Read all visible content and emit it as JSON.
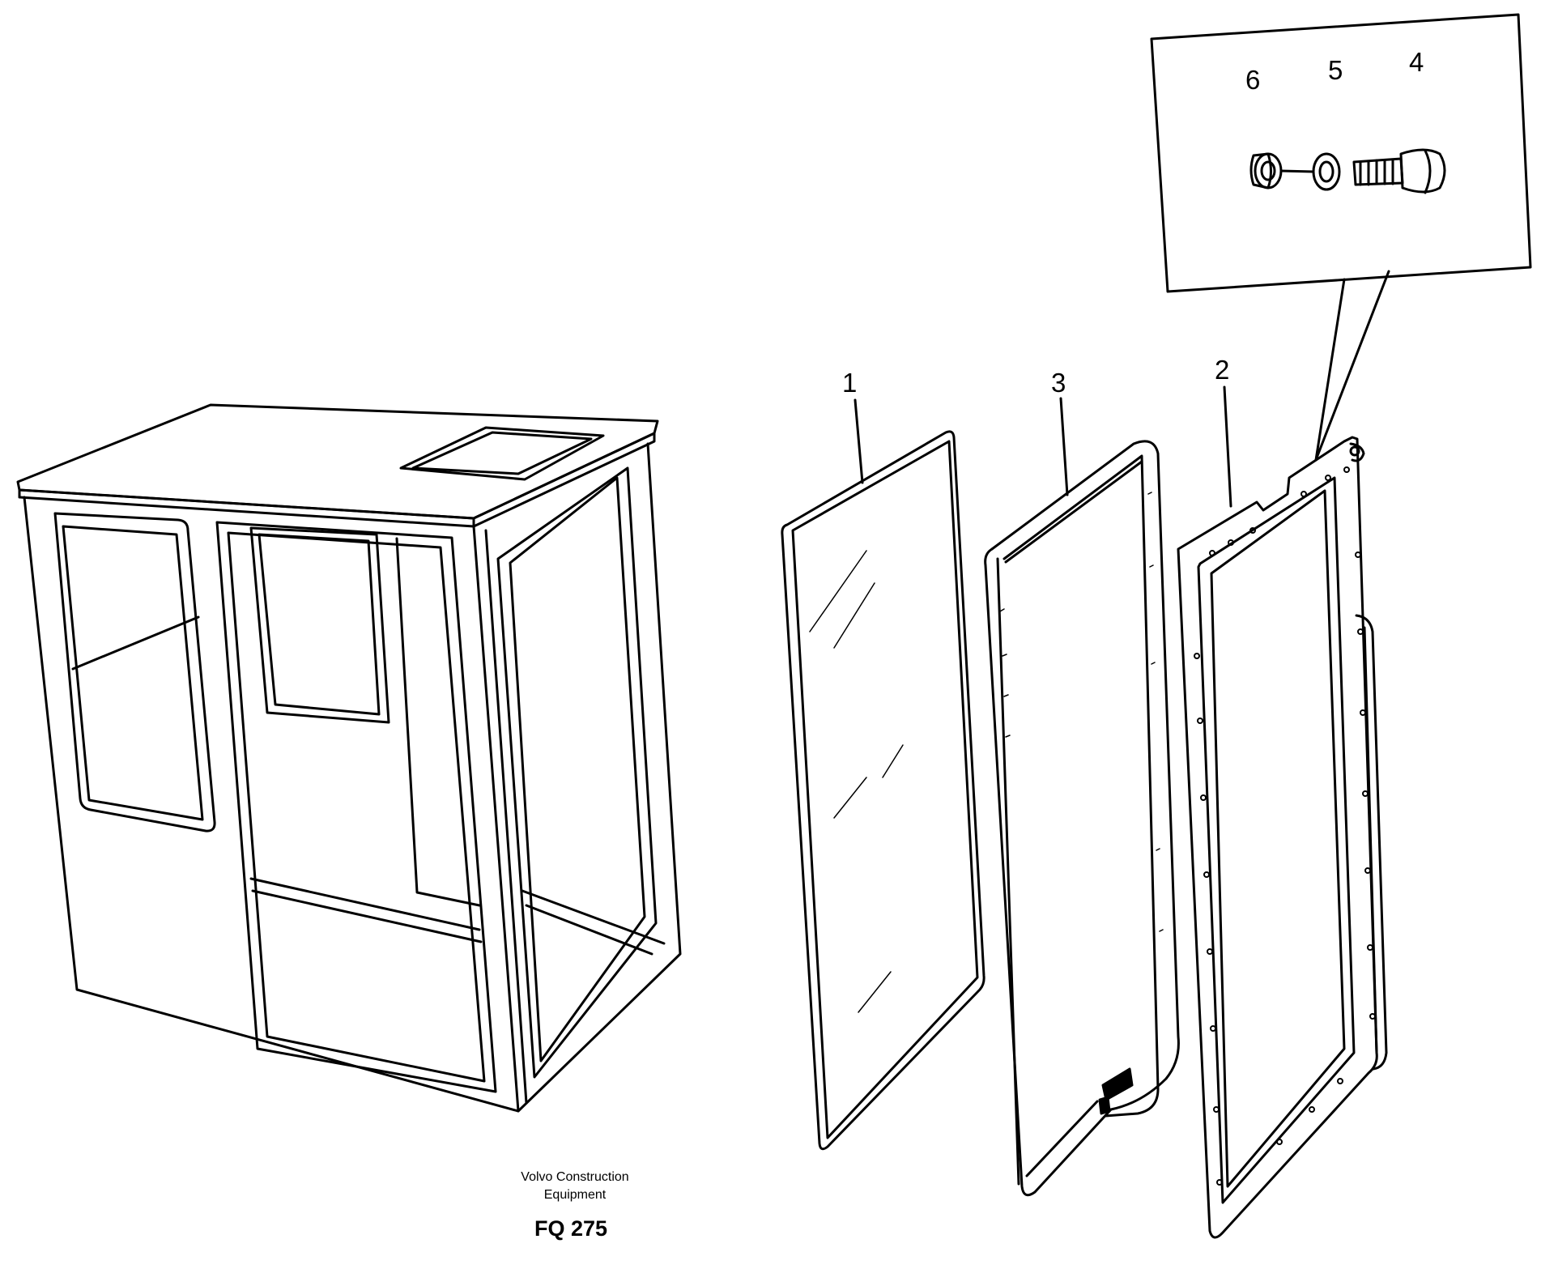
{
  "diagram": {
    "part_labels": {
      "glass": "1",
      "frame": "2",
      "seal": "3",
      "bolt": "4",
      "washer": "5",
      "nut": "6"
    },
    "caption": {
      "company_line1": "Volvo Construction",
      "company_line2": "Equipment",
      "code": "FQ 275"
    }
  }
}
